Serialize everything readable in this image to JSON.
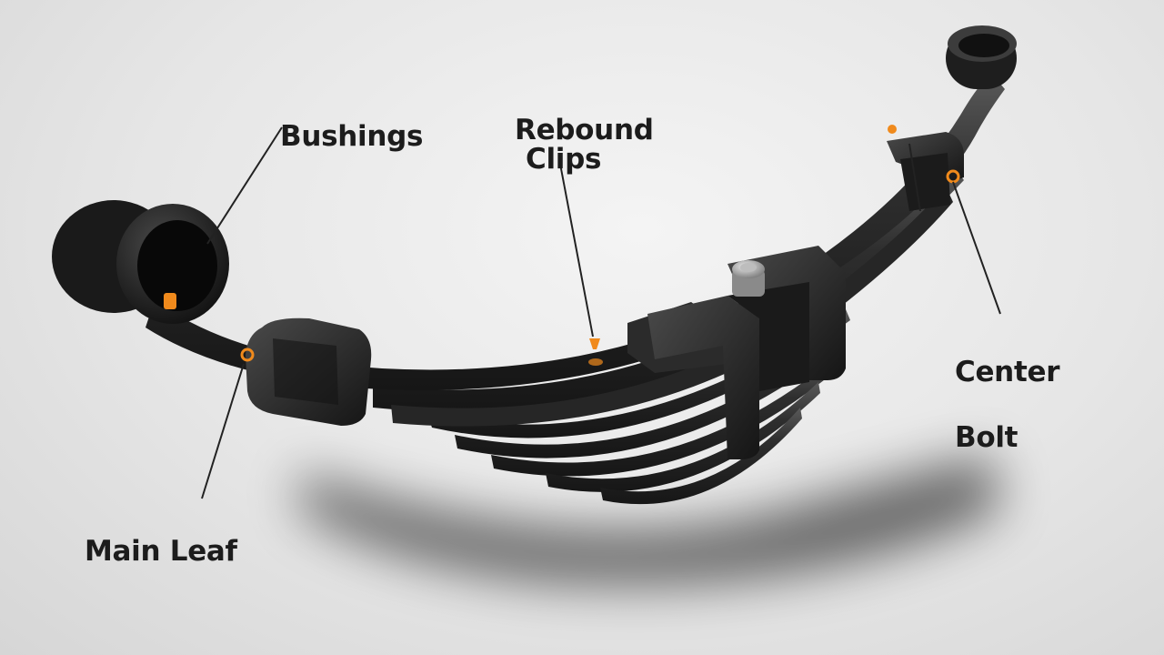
{
  "labels": {
    "bushings": "Bushings",
    "rebound_line1": "Rebound",
    "rebound_line2": "Clips",
    "center_line1": "Center",
    "center_line2": "Bolt",
    "main_leaf": "Main Leaf"
  },
  "colors": {
    "spring_dark": "#1f1f1f",
    "spring_mid": "#3a3a3a",
    "spring_highlight": "#6a6a6a",
    "accent_orange": "#f08a1c",
    "label_text": "#1c1c1c",
    "leader_line": "#222222"
  }
}
